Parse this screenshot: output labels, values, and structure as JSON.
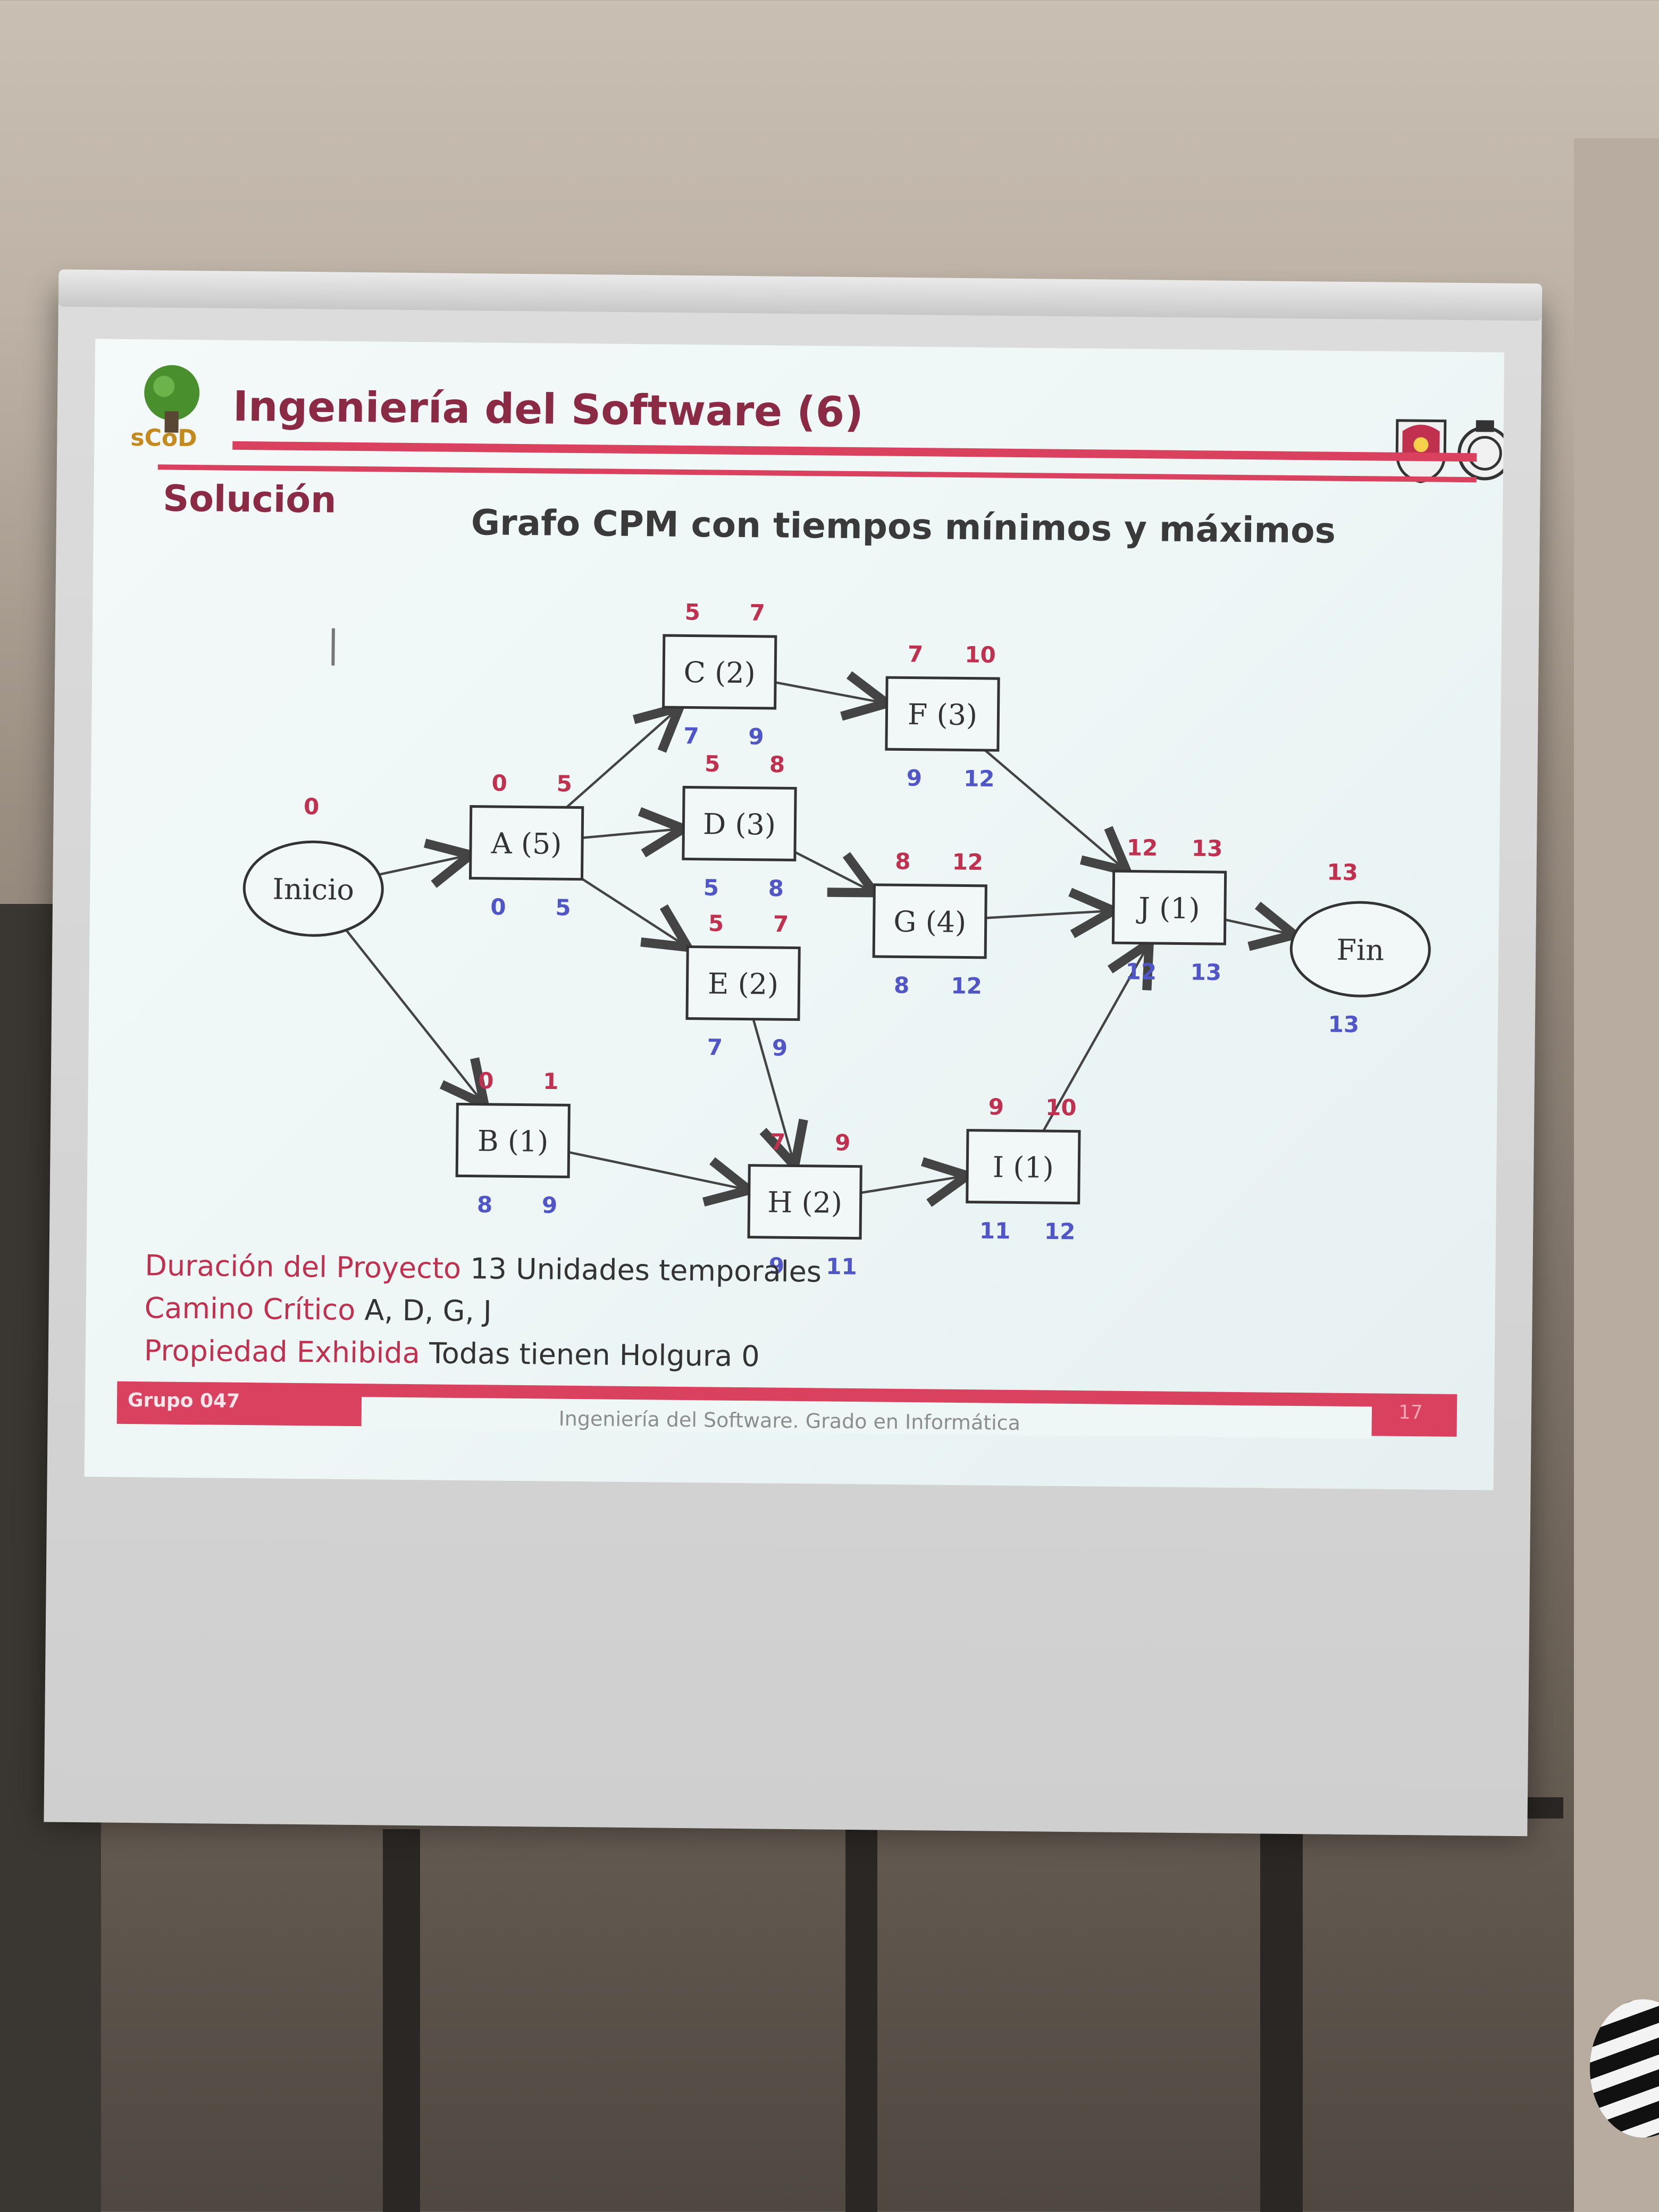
{
  "slide": {
    "title": "Ingeniería del Software (6)",
    "logo_text": "sCoD",
    "section": "Solución",
    "subtitle": "Grafo CPM con tiempos mínimos y máximos"
  },
  "summary": [
    {
      "key": "Duración del Proyecto",
      "value": "13 Unidades temporales"
    },
    {
      "key": "Camino Crítico",
      "value": "A, D, G, J"
    },
    {
      "key": "Propiedad Exhibida",
      "value": "Todas tienen Holgura 0"
    }
  ],
  "footer": {
    "group": "Grupo 047",
    "course": "Ingeniería del Software. Grado en Informática",
    "page": "17"
  },
  "graph": {
    "colors": {
      "early": "#c0304f",
      "late": "#5055c8",
      "edge": "#444444"
    },
    "nodes": [
      {
        "id": "inicio",
        "label": "Inicio",
        "shape": "ellipse",
        "early": [
          "0"
        ],
        "late": []
      },
      {
        "id": "A",
        "label": "A (5)",
        "shape": "box",
        "early": [
          "0",
          "5"
        ],
        "late": [
          "0",
          "5"
        ]
      },
      {
        "id": "B",
        "label": "B (1)",
        "shape": "box",
        "early": [
          "0",
          "1"
        ],
        "late": [
          "8",
          "9"
        ]
      },
      {
        "id": "C",
        "label": "C (2)",
        "shape": "box",
        "early": [
          "5",
          "7"
        ],
        "late": [
          "7",
          "9"
        ]
      },
      {
        "id": "D",
        "label": "D (3)",
        "shape": "box",
        "early": [
          "5",
          "8"
        ],
        "late": [
          "5",
          "8"
        ]
      },
      {
        "id": "E",
        "label": "E (2)",
        "shape": "box",
        "early": [
          "5",
          "7"
        ],
        "late": [
          "7",
          "9"
        ]
      },
      {
        "id": "F",
        "label": "F (3)",
        "shape": "box",
        "early": [
          "7",
          "10"
        ],
        "late": [
          "9",
          "12"
        ]
      },
      {
        "id": "G",
        "label": "G (4)",
        "shape": "box",
        "early": [
          "8",
          "12"
        ],
        "late": [
          "8",
          "12"
        ]
      },
      {
        "id": "H",
        "label": "H (2)",
        "shape": "box",
        "early": [
          "7",
          "9"
        ],
        "late": [
          "9",
          "11"
        ]
      },
      {
        "id": "I",
        "label": "I (1)",
        "shape": "box",
        "early": [
          "9",
          "10"
        ],
        "late": [
          "11",
          "12"
        ]
      },
      {
        "id": "J",
        "label": "J (1)",
        "shape": "box",
        "early": [
          "12",
          "13"
        ],
        "late": [
          "12",
          "13"
        ]
      },
      {
        "id": "fin",
        "label": "Fin",
        "shape": "ellipse",
        "early": [
          "13"
        ],
        "late": [
          "13"
        ]
      }
    ],
    "edges": [
      [
        "inicio",
        "A"
      ],
      [
        "inicio",
        "B"
      ],
      [
        "A",
        "C"
      ],
      [
        "A",
        "D"
      ],
      [
        "A",
        "E"
      ],
      [
        "C",
        "F"
      ],
      [
        "D",
        "G"
      ],
      [
        "E",
        "H"
      ],
      [
        "B",
        "H"
      ],
      [
        "F",
        "J"
      ],
      [
        "G",
        "J"
      ],
      [
        "H",
        "I"
      ],
      [
        "I",
        "J"
      ],
      [
        "J",
        "fin"
      ]
    ]
  }
}
